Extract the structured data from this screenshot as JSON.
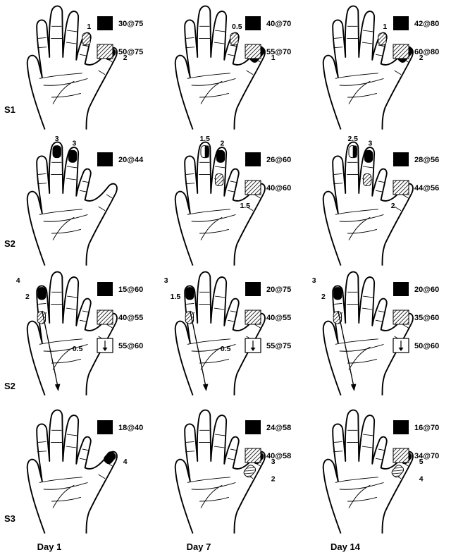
{
  "legend_colors": {
    "solid": "#000000",
    "hatched": "hatch-diagonal",
    "arrow_box": "#ffffff"
  },
  "columns": [
    "Day 1",
    "Day 7",
    "Day 14"
  ],
  "rows": [
    "S1",
    "S2",
    "S2",
    "S3"
  ],
  "panels": [
    {
      "row": 0,
      "col": 0,
      "legend": [
        {
          "type": "solid",
          "label": "30@75"
        },
        {
          "type": "hatched",
          "label": "50@75"
        }
      ],
      "marks": [
        {
          "kind": "hatch",
          "finger": "little",
          "part": "tip"
        },
        {
          "kind": "solid",
          "finger": "thumb",
          "part": "tip"
        }
      ],
      "numbers": [
        {
          "text": "1",
          "finger": "little",
          "pos": "top"
        },
        {
          "text": "2",
          "finger": "thumb",
          "pos": "right"
        }
      ]
    },
    {
      "row": 0,
      "col": 1,
      "legend": [
        {
          "type": "solid",
          "label": "40@70"
        },
        {
          "type": "hatched",
          "label": "55@70"
        }
      ],
      "marks": [
        {
          "kind": "hatch",
          "finger": "little",
          "part": "tip"
        },
        {
          "kind": "solid",
          "finger": "thumb",
          "part": "full"
        }
      ],
      "numbers": [
        {
          "text": "0.5",
          "finger": "little",
          "pos": "top"
        },
        {
          "text": "1",
          "finger": "thumb",
          "pos": "right"
        }
      ]
    },
    {
      "row": 0,
      "col": 2,
      "legend": [
        {
          "type": "solid",
          "label": "42@80"
        },
        {
          "type": "hatched",
          "label": "60@80"
        }
      ],
      "marks": [
        {
          "kind": "hatch",
          "finger": "little",
          "part": "tip"
        },
        {
          "kind": "solid",
          "finger": "thumb",
          "part": "full"
        }
      ],
      "numbers": [
        {
          "text": "1",
          "finger": "little",
          "pos": "top"
        },
        {
          "text": "2",
          "finger": "thumb",
          "pos": "right"
        }
      ]
    },
    {
      "row": 1,
      "col": 0,
      "legend": [
        {
          "type": "solid",
          "label": "20@44"
        }
      ],
      "marks": [
        {
          "kind": "solid",
          "finger": "middle",
          "part": "tip"
        },
        {
          "kind": "solid",
          "finger": "ring",
          "part": "tip"
        }
      ],
      "numbers": [
        {
          "text": "3",
          "finger": "middle",
          "pos": "top"
        },
        {
          "text": "3",
          "finger": "ring",
          "pos": "top"
        }
      ]
    },
    {
      "row": 1,
      "col": 1,
      "legend": [
        {
          "type": "solid",
          "label": "26@60"
        },
        {
          "type": "hatched",
          "label": "40@60"
        }
      ],
      "marks": [
        {
          "kind": "half",
          "finger": "middle",
          "part": "tip"
        },
        {
          "kind": "solid",
          "finger": "ring",
          "part": "tip"
        },
        {
          "kind": "hatch",
          "finger": "ring",
          "part": "mid"
        }
      ],
      "numbers": [
        {
          "text": "1.5",
          "finger": "middle",
          "pos": "top"
        },
        {
          "text": "2",
          "finger": "ring",
          "pos": "top"
        },
        {
          "text": "1.5",
          "finger": "ring",
          "pos": "right-low"
        }
      ]
    },
    {
      "row": 1,
      "col": 2,
      "legend": [
        {
          "type": "solid",
          "label": "28@56"
        },
        {
          "type": "hatched",
          "label": "44@56"
        }
      ],
      "marks": [
        {
          "kind": "half",
          "finger": "middle",
          "part": "tip"
        },
        {
          "kind": "solid",
          "finger": "ring",
          "part": "tip"
        },
        {
          "kind": "hatch",
          "finger": "ring",
          "part": "mid"
        }
      ],
      "numbers": [
        {
          "text": "2.5",
          "finger": "middle",
          "pos": "top"
        },
        {
          "text": "3",
          "finger": "ring",
          "pos": "top"
        },
        {
          "text": "2",
          "finger": "ring",
          "pos": "right-low"
        }
      ]
    },
    {
      "row": 2,
      "col": 0,
      "arrow": true,
      "legend": [
        {
          "type": "solid",
          "label": "15@60"
        },
        {
          "type": "hatched",
          "label": "40@55"
        },
        {
          "type": "arrow",
          "label": "55@60"
        }
      ],
      "marks": [
        {
          "kind": "solid",
          "finger": "index",
          "part": "tip"
        },
        {
          "kind": "hatch",
          "finger": "index",
          "part": "mid"
        }
      ],
      "numbers": [
        {
          "text": "4",
          "finger": "index",
          "pos": "far-top"
        },
        {
          "text": "2",
          "finger": "index",
          "pos": "left"
        },
        {
          "text": "0.5",
          "finger": "palm",
          "pos": "center"
        }
      ]
    },
    {
      "row": 2,
      "col": 1,
      "arrow": true,
      "legend": [
        {
          "type": "solid",
          "label": "20@75"
        },
        {
          "type": "hatched",
          "label": "40@55"
        },
        {
          "type": "arrow",
          "label": "55@75"
        }
      ],
      "marks": [
        {
          "kind": "solid",
          "finger": "index",
          "part": "tip"
        },
        {
          "kind": "hatch",
          "finger": "index",
          "part": "mid"
        }
      ],
      "numbers": [
        {
          "text": "3",
          "finger": "index",
          "pos": "far-top"
        },
        {
          "text": "1.5",
          "finger": "index",
          "pos": "left"
        },
        {
          "text": "0.5",
          "finger": "palm",
          "pos": "center"
        }
      ]
    },
    {
      "row": 2,
      "col": 2,
      "arrow": true,
      "legend": [
        {
          "type": "solid",
          "label": "20@60"
        },
        {
          "type": "hatched",
          "label": "35@60"
        },
        {
          "type": "arrow",
          "label": "50@60"
        }
      ],
      "marks": [
        {
          "kind": "solid",
          "finger": "index",
          "part": "tip"
        },
        {
          "kind": "hatch",
          "finger": "index",
          "part": "mid"
        }
      ],
      "numbers": [
        {
          "text": "3",
          "finger": "index",
          "pos": "far-top"
        },
        {
          "text": "2",
          "finger": "index",
          "pos": "left"
        }
      ]
    },
    {
      "row": 3,
      "col": 0,
      "legend": [
        {
          "type": "solid",
          "label": "18@40"
        }
      ],
      "marks": [
        {
          "kind": "solid",
          "finger": "thumb",
          "part": "tip"
        }
      ],
      "numbers": [
        {
          "text": "4",
          "finger": "thumb",
          "pos": "right"
        }
      ]
    },
    {
      "row": 3,
      "col": 1,
      "legend": [
        {
          "type": "solid",
          "label": "24@58"
        },
        {
          "type": "hatched",
          "label": "40@58"
        }
      ],
      "marks": [
        {
          "kind": "solid",
          "finger": "thumb",
          "part": "tip"
        },
        {
          "kind": "hatch",
          "finger": "thumb",
          "part": "mid"
        }
      ],
      "numbers": [
        {
          "text": "3",
          "finger": "thumb",
          "pos": "right"
        },
        {
          "text": "2",
          "finger": "thumb",
          "pos": "right-low"
        }
      ]
    },
    {
      "row": 3,
      "col": 2,
      "legend": [
        {
          "type": "solid",
          "label": "16@70"
        },
        {
          "type": "hatched",
          "label": "34@70"
        }
      ],
      "marks": [
        {
          "kind": "solid",
          "finger": "thumb",
          "part": "tip"
        },
        {
          "kind": "hatch",
          "finger": "thumb",
          "part": "mid"
        }
      ],
      "numbers": [
        {
          "text": "5",
          "finger": "thumb",
          "pos": "right"
        },
        {
          "text": "4",
          "finger": "thumb",
          "pos": "right-low"
        }
      ]
    }
  ]
}
